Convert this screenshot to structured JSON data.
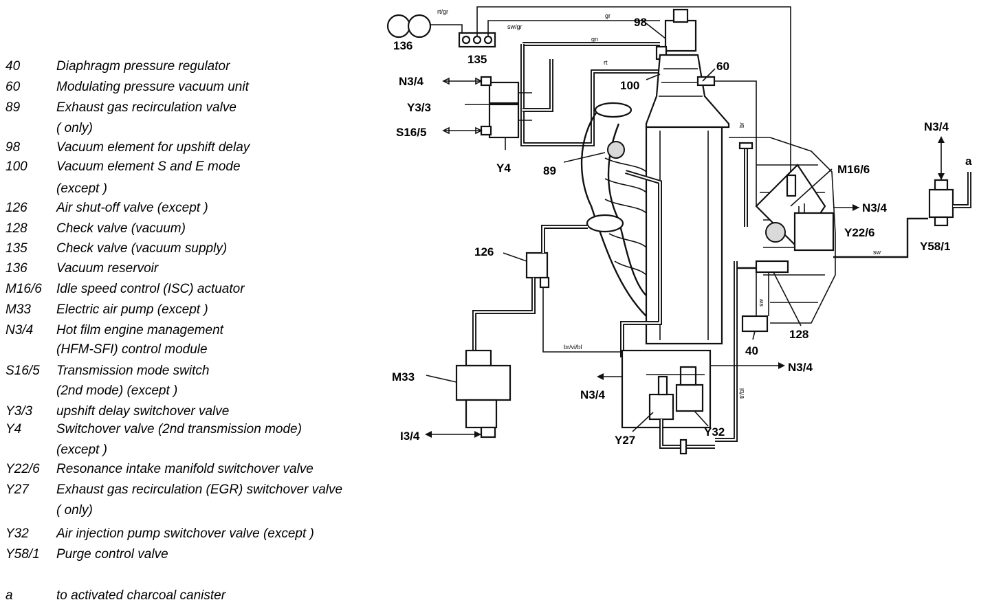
{
  "legend": [
    {
      "code": "40",
      "lines": [
        "Diaphragm pressure regulator"
      ]
    },
    {
      "code": "60",
      "lines": [
        "Modulating pressure vacuum unit"
      ]
    },
    {
      "code": "89",
      "lines": [
        "Exhaust gas recirculation valve",
        "( only)"
      ]
    },
    {
      "code": "98",
      "lines": [
        "Vacuum element for upshift delay"
      ]
    },
    {
      "code": "100",
      "lines": [
        "Vacuum element S and E mode",
        "(except )"
      ]
    },
    {
      "code": "126",
      "lines": [
        "Air shut-off valve (except )"
      ]
    },
    {
      "code": "128",
      "lines": [
        "Check valve (vacuum)"
      ]
    },
    {
      "code": "135",
      "lines": [
        "Check valve (vacuum supply)"
      ]
    },
    {
      "code": "136",
      "lines": [
        "Vacuum reservoir"
      ]
    },
    {
      "code": "M16/6",
      "lines": [
        "Idle speed control (ISC) actuator"
      ]
    },
    {
      "code": "M33",
      "lines": [
        "Electric air pump (except )"
      ]
    },
    {
      "code": "N3/4",
      "lines": [
        "Hot film engine management",
        "(HFM-SFI) control module"
      ]
    },
    {
      "code": "S16/5",
      "lines": [
        "Transmission mode switch",
        "(2nd mode) (except )"
      ]
    },
    {
      "code": "Y3/3",
      "lines": [
        "upshift delay switchover valve"
      ]
    },
    {
      "code": "Y4",
      "lines": [
        "Switchover valve (2nd transmission mode)",
        "(except )"
      ]
    },
    {
      "code": "Y22/6",
      "lines": [
        "Resonance intake manifold switchover valve"
      ]
    },
    {
      "code": "Y27",
      "lines": [
        "Exhaust gas recirculation (EGR) switchover valve",
        "( only)"
      ]
    },
    {
      "code": "Y32",
      "lines": [
        "Air injection pump switchover valve (except )"
      ]
    },
    {
      "code": "Y58/1",
      "lines": [
        "Purge control valve"
      ]
    },
    {
      "code": "a",
      "lines": [
        "to activated charcoal canister"
      ]
    }
  ],
  "labels": {
    "l136": "136",
    "l135": "135",
    "l98": "98",
    "l60": "60",
    "l100": "100",
    "n34_a": "N3/4",
    "y33": "Y3/3",
    "s165": "S16/5",
    "y4": "Y4",
    "l89": "89",
    "m166": "M16/6",
    "n34_b": "N3/4",
    "y226": "Y22/6",
    "n34_top": "N3/4",
    "la": "a",
    "y581": "Y58/1",
    "l126": "126",
    "l128": "128",
    "l40": "40",
    "m33": "M33",
    "i34": "I3/4",
    "n34_c": "N3/4",
    "n34_d": "N3/4",
    "y27": "Y27",
    "y32": "Y32"
  },
  "wire_labels": {
    "rtgr": "rt/gr",
    "gr": "gr",
    "swgr": "sw/gr",
    "gn": "gn",
    "rt": "rt",
    "sw": "sw",
    "brvibl": "br/vi/bl",
    "trbl": "tr/bl",
    "br": "br",
    "sws": "sw"
  },
  "icons": [
    "usa-badge-icon",
    "aus-badge-icon",
    "japan-badge-icon"
  ]
}
